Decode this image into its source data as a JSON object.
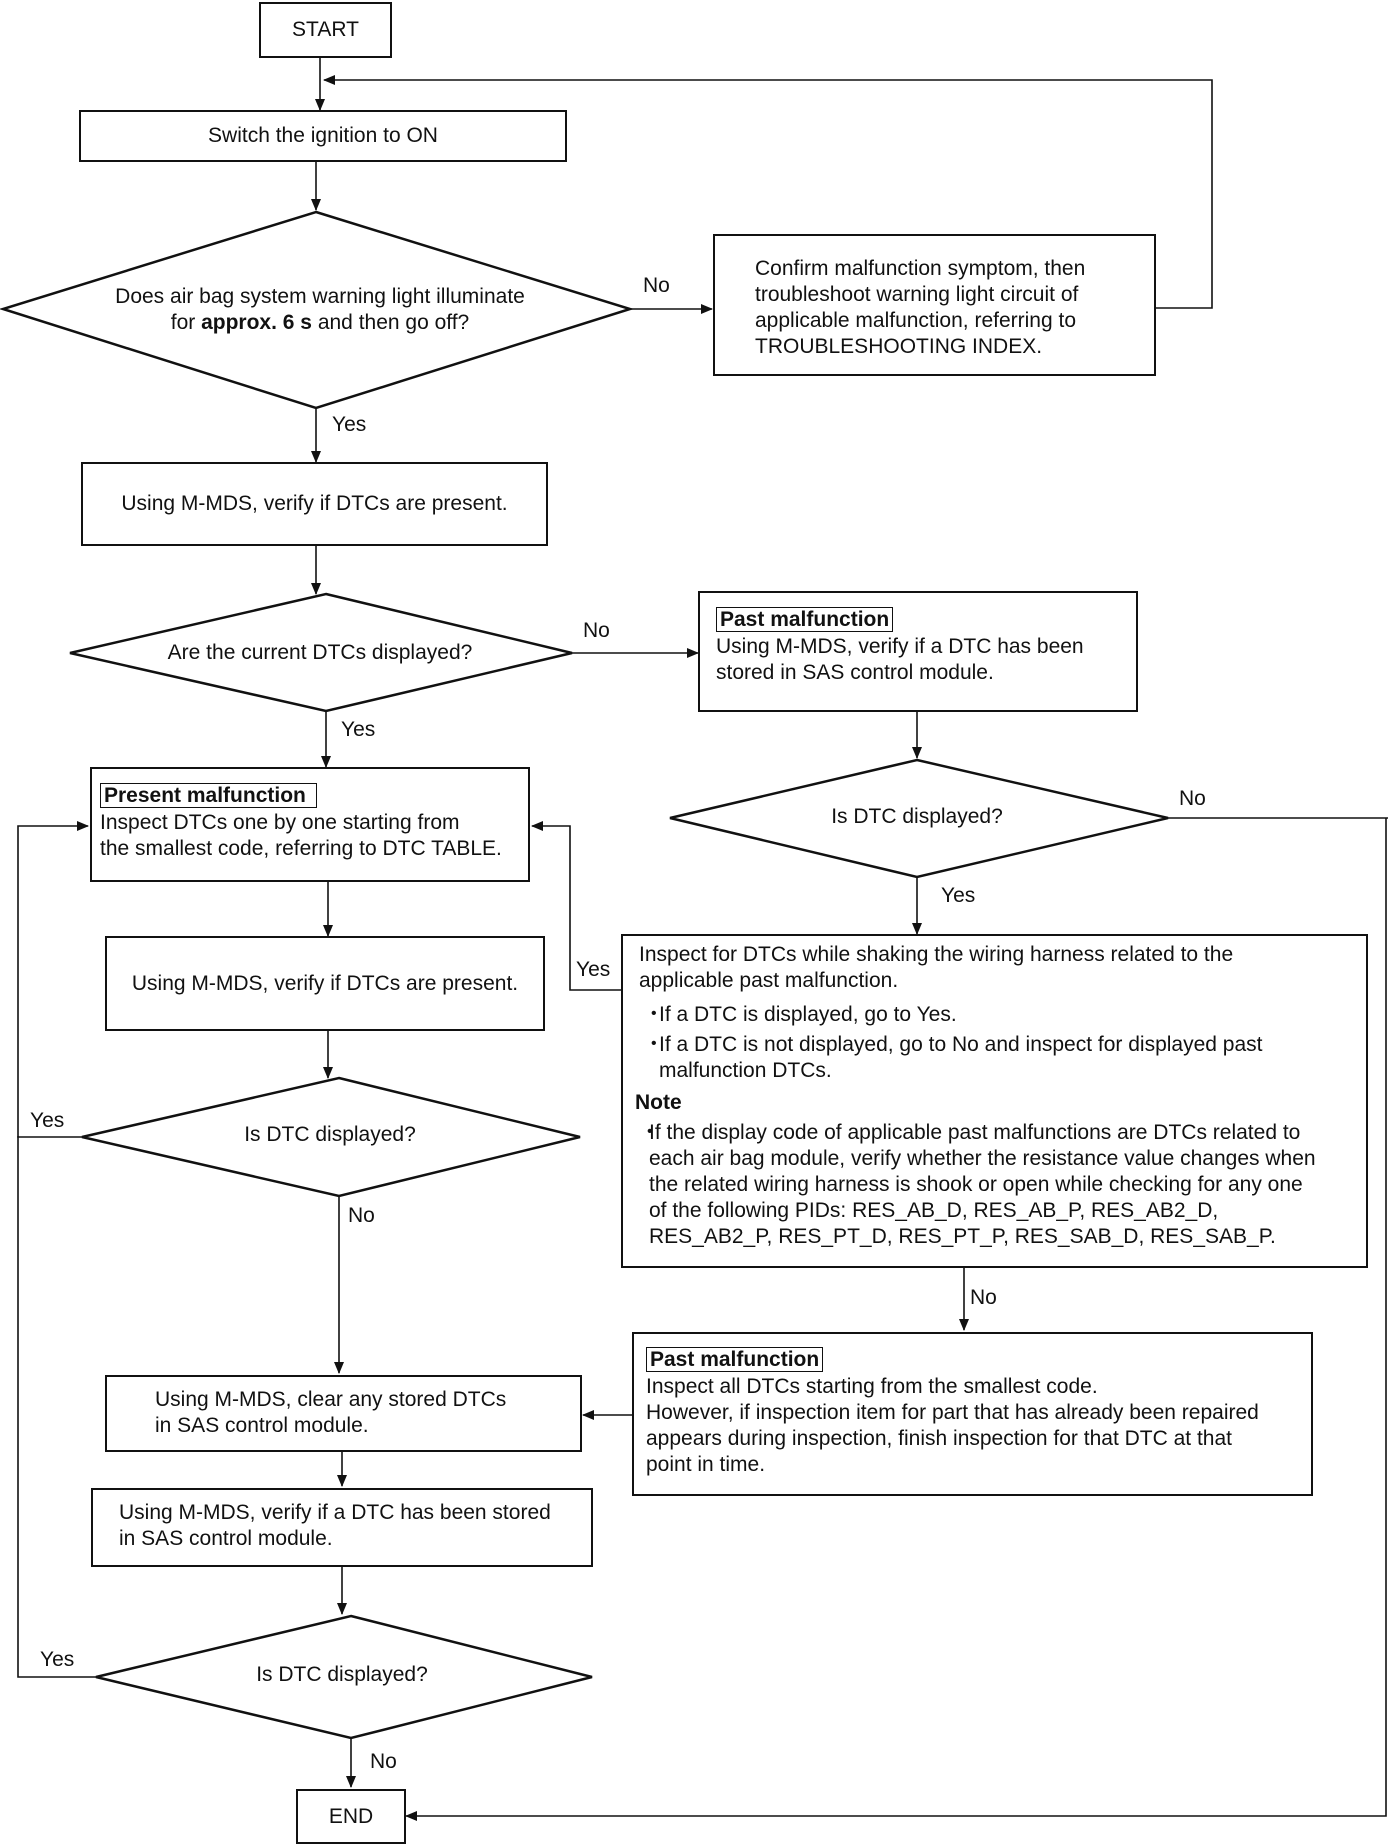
{
  "start": "START",
  "end": "END",
  "ignition": "Switch the ignition to ON",
  "q_warning": {
    "line1": "Does air bag system warning light illuminate",
    "line2_pre": "for ",
    "line2_bold": "approx. 6 s",
    "line2_post": " and then go off?"
  },
  "confirm_box": [
    "Confirm malfunction symptom, then",
    "troubleshoot warning light circuit of",
    "applicable malfunction, referring to",
    "TROUBLESHOOTING INDEX."
  ],
  "verify_dtc_1": "Using M-MDS, verify if DTCs are present.",
  "q_current": "Are the current DTCs displayed?",
  "past_box_1": {
    "tag": "Past malfunction",
    "lines": [
      "Using M-MDS, verify if a DTC has been",
      "stored in SAS control module."
    ]
  },
  "present_box": {
    "tag": "Present malfunction",
    "lines": [
      "Inspect DTCs one by one starting from",
      "the smallest code, referring to DTC TABLE."
    ]
  },
  "q_dtc_right": "Is DTC displayed?",
  "verify_dtc_2": "Using M-MDS, verify if DTCs are present.",
  "shake_box": {
    "intro": [
      "Inspect for DTCs while shaking the wiring harness related to the",
      "applicable past malfunction."
    ],
    "bullet1": "If a DTC is displayed, go to Yes.",
    "bullet2": [
      "If a DTC is not displayed, go to No and inspect for displayed past",
      "malfunction DTCs."
    ],
    "note_title": "Note",
    "note_lines": [
      "If the display code of applicable past malfunctions are DTCs related to",
      "each air bag module, verify whether the resistance value changes when",
      "the related wiring harness is shook or open while checking for any one",
      "of the following PIDs: RES_AB_D, RES_AB_P, RES_AB2_D,",
      "RES_AB2_P, RES_PT_D, RES_PT_P, RES_SAB_D, RES_SAB_P."
    ]
  },
  "q_dtc_mid": "Is DTC displayed?",
  "past_box_2": {
    "tag": "Past malfunction",
    "lines": [
      "Inspect all DTCs starting from the smallest code.",
      "However, if inspection item for part that has already been repaired",
      "appears during inspection, finish inspection for that DTC at that",
      "point in time."
    ]
  },
  "clear_box": [
    "Using M-MDS, clear any stored DTCs",
    "in SAS control module."
  ],
  "verify_stored": [
    "Using M-MDS, verify if a DTC has been stored",
    "in SAS control module."
  ],
  "q_dtc_bottom": "Is DTC displayed?",
  "labels": {
    "no1": "No",
    "yes1": "Yes",
    "no2": "No",
    "yes2": "Yes",
    "no3": "No",
    "yes3": "Yes",
    "yes4": "Yes",
    "no4": "No",
    "yes5": "Yes",
    "no5": "No",
    "no6": "No",
    "yes6": "Yes"
  }
}
